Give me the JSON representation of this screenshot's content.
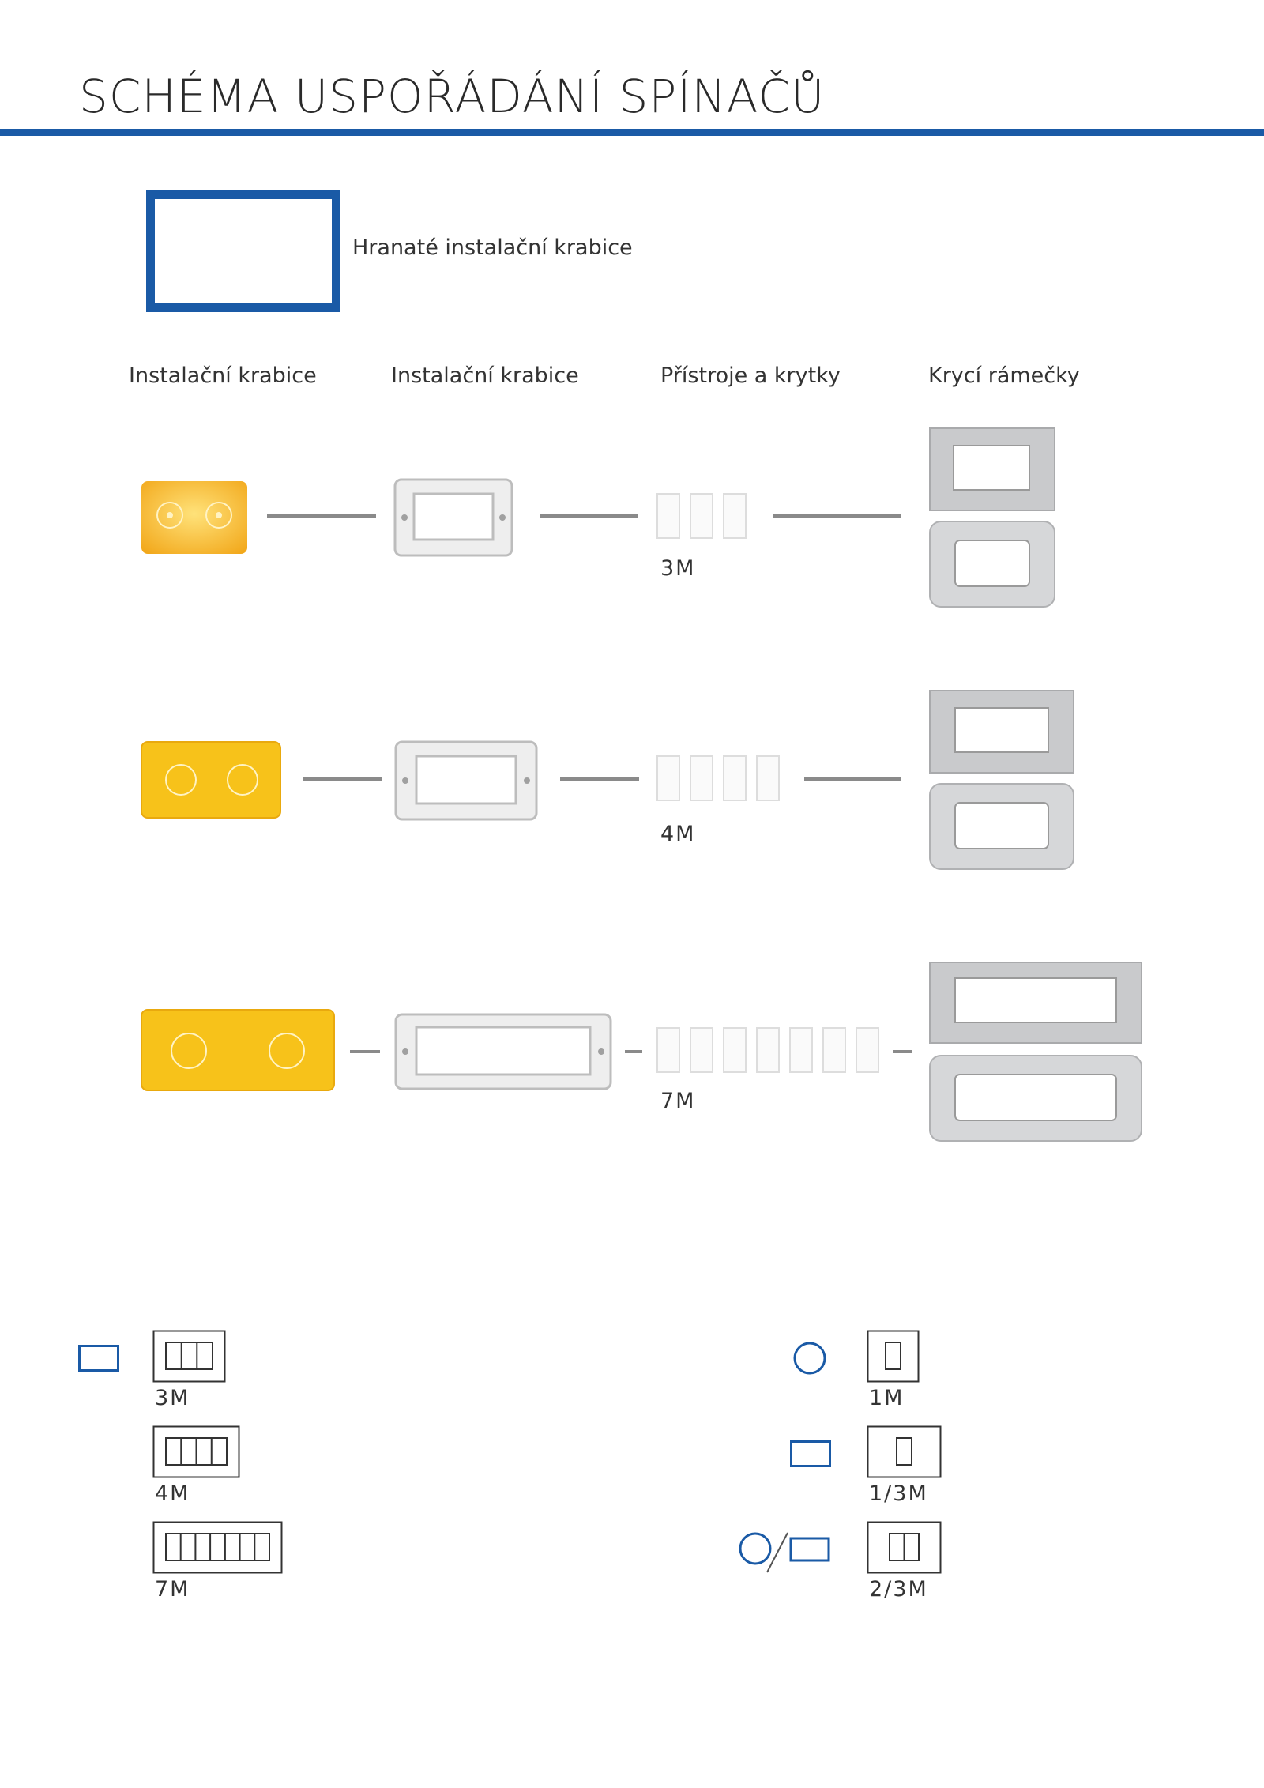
{
  "title": "SCHÉMA USPOŘÁDÁNÍ SPÍNAČŮ",
  "legend": {
    "label": "Hranaté instalační krabice"
  },
  "columns": {
    "box": "Instalační krabice",
    "support": "Instalační krabice",
    "devices": "Přístroje a krytky",
    "frames": "Krycí rámečky"
  },
  "rows": [
    {
      "modules": 3,
      "label": "3M"
    },
    {
      "modules": 4,
      "label": "4M"
    },
    {
      "modules": 7,
      "label": "7M"
    }
  ],
  "symbols": {
    "left": [
      {
        "modules": 3,
        "label": "3M"
      },
      {
        "modules": 4,
        "label": "4M"
      },
      {
        "modules": 7,
        "label": "7M"
      }
    ],
    "right": [
      {
        "box": "round",
        "label": "1M"
      },
      {
        "box": "square",
        "label": "1/3M"
      },
      {
        "box": "round-or-square",
        "label": "2/3M"
      }
    ]
  },
  "colors": {
    "accent": "#1a5aa6",
    "box_yellow": "#f7c21a",
    "frame_silver": "#c9cacc"
  }
}
